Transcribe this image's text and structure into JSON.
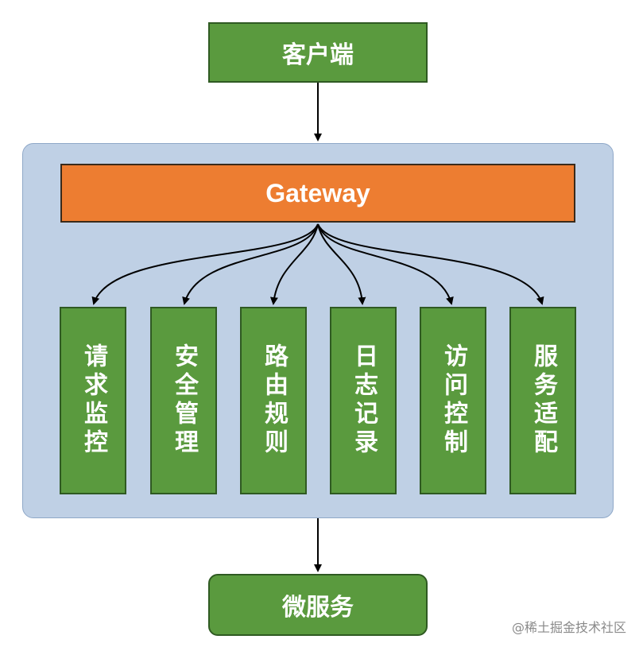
{
  "client": {
    "label": "客户端"
  },
  "gateway": {
    "label": "Gateway"
  },
  "modules": [
    {
      "label": "请求监控"
    },
    {
      "label": "安全管理"
    },
    {
      "label": "路由规则"
    },
    {
      "label": "日志记录"
    },
    {
      "label": "访问控制"
    },
    {
      "label": "服务适配"
    }
  ],
  "microservice": {
    "label": "微服务"
  },
  "watermark": "@稀土掘金技术社区",
  "colors": {
    "node_green": "#5a9a3e",
    "gateway_orange": "#ed7d31",
    "container_blue": "#bfd0e5"
  }
}
